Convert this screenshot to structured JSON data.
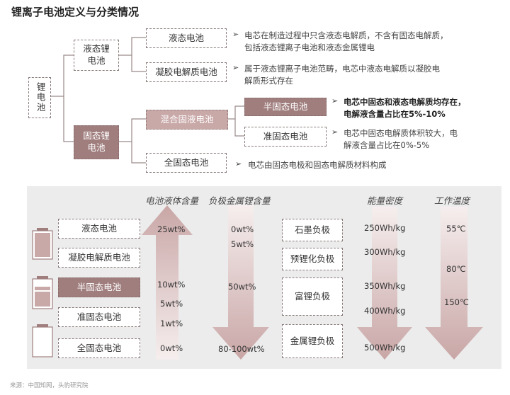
{
  "title": "锂离子电池定义与分类情况",
  "tree": {
    "root": "锂电池",
    "liquid_group": "液态锂电池",
    "solid_group": "固态锂电池",
    "liquid_cell": "液态电池",
    "gel_cell": "凝胶电解质电池",
    "hybrid_cell": "混合固液电池",
    "all_solid_cell": "全固态电池",
    "semi_solid_cell": "半固态电池",
    "quasi_solid_cell": "准固态电池"
  },
  "descriptions": {
    "liquid": [
      "电芯在制造过程中只含液态电解质，不含有固态电解质，",
      "包括液态锂离子电池和液态金属锂电"
    ],
    "gel": [
      "属于液态锂离子电池范畴，电芯中液态电解质以凝胶电",
      "解质形式存在"
    ],
    "semi": [
      "电芯中固态和液态电解质均存在，",
      "电解液含量占比在5%-10%"
    ],
    "quasi": [
      "电芯中固态电解质体积较大，电",
      "解液含量占比在0%-5%"
    ],
    "all_solid": [
      "电芯由固态电极和固态电解质材料构成"
    ]
  },
  "comparison": {
    "col_heads": {
      "liquid_content": "电池液体含量",
      "lithium_metal": "负极金属锂含量",
      "energy_density": "能量密度",
      "temperature": "工作温度"
    },
    "battery_types": [
      "液态电池",
      "凝胶电解质电池",
      "半固态电池",
      "准固态电池",
      "全固态电池"
    ],
    "liquid_content_values": [
      "25wt%",
      "10wt%",
      "5wt%",
      "1wt%",
      "0wt%"
    ],
    "lithium_values": [
      "0wt%",
      "5wt%",
      "50wt%",
      "80-100wt%"
    ],
    "anodes": [
      "石墨负极",
      "预锂化负极",
      "富锂负极",
      "金属锂负极"
    ],
    "energy_values": [
      "250Wh/kg",
      "300Wh/kg",
      "350Wh/kg",
      "400Wh/kg",
      "500Wh/kg"
    ],
    "temp_values": [
      "55℃",
      "80℃",
      "150℃"
    ]
  },
  "source": "来源：中国知网，头豹研究院",
  "colors": {
    "accent": "#c9a8a8",
    "accent_dark": "#a07e7e",
    "panel": "#ececec"
  }
}
